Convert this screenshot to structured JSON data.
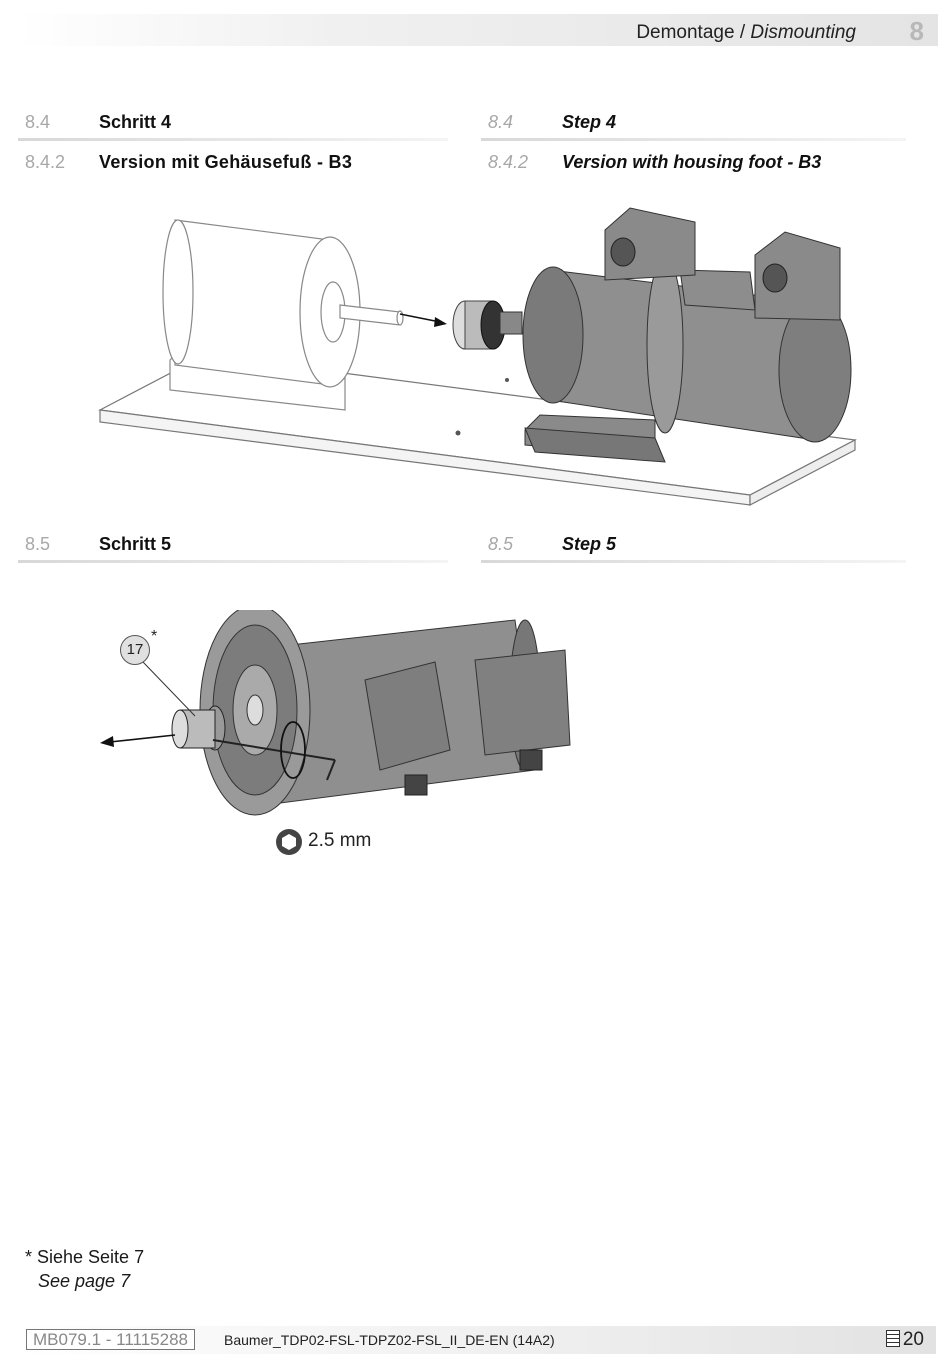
{
  "header": {
    "title_de": "Demontage",
    "separator": " / ",
    "title_en": "Dismounting",
    "chapter": "8"
  },
  "sections": {
    "s84_de": {
      "num": "8.4",
      "title": "Schritt 4"
    },
    "s84_en": {
      "num": "8.4",
      "title": "Step 4"
    },
    "s842_de": {
      "num": "8.4.2",
      "title": "Version mit Gehäusefuß - B3"
    },
    "s842_en": {
      "num": "8.4.2",
      "title": "Version with housing foot - B3"
    },
    "s85_de": {
      "num": "8.5",
      "title": "Schritt 5"
    },
    "s85_en": {
      "num": "8.5",
      "title": "Step 5"
    }
  },
  "figure2": {
    "callout": "17",
    "callout_mark": "*",
    "tool_size": "2.5 mm"
  },
  "note": {
    "de": "* Siehe Seite 7",
    "en": "See page 7"
  },
  "footer": {
    "doc_id": "MB079.1 - 11115288",
    "file_name": "Baumer_TDP02-FSL-TDPZ02-FSL_II_DE-EN (14A2)",
    "page": "20"
  }
}
